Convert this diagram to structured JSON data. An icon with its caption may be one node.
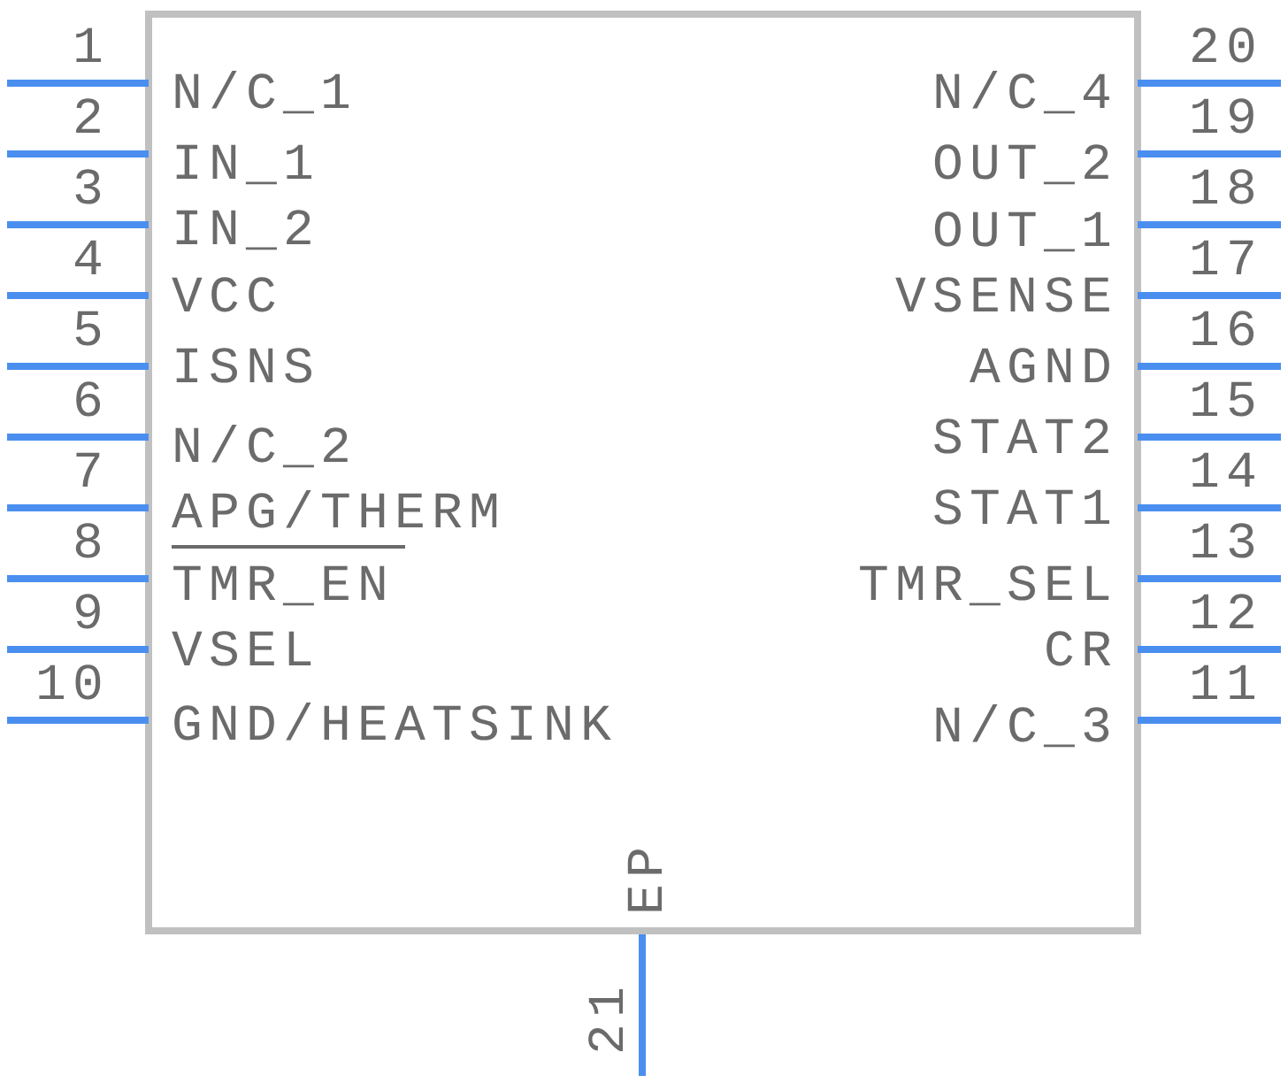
{
  "diagram": {
    "labels": [
      "1",
      "20",
      "N/C_1",
      "N/C_4",
      "2",
      "19",
      "IN_1",
      "OUT_2",
      "3",
      "18",
      "IN_2",
      "OUT_1",
      "4",
      "17",
      "VCC",
      "VSENSE",
      "5",
      "16",
      "ISNS",
      "AGND",
      "6",
      "15",
      "N/C_2",
      "STAT2",
      "7",
      "14",
      "APG/THERM",
      "STAT1",
      "8",
      "13",
      "TMR_EN",
      "TMR_SEL",
      "9",
      "12",
      "VSEL",
      "CR",
      "10",
      "11",
      "GND/HEATSINK",
      "N/C_3",
      "EP",
      "21"
    ]
  }
}
